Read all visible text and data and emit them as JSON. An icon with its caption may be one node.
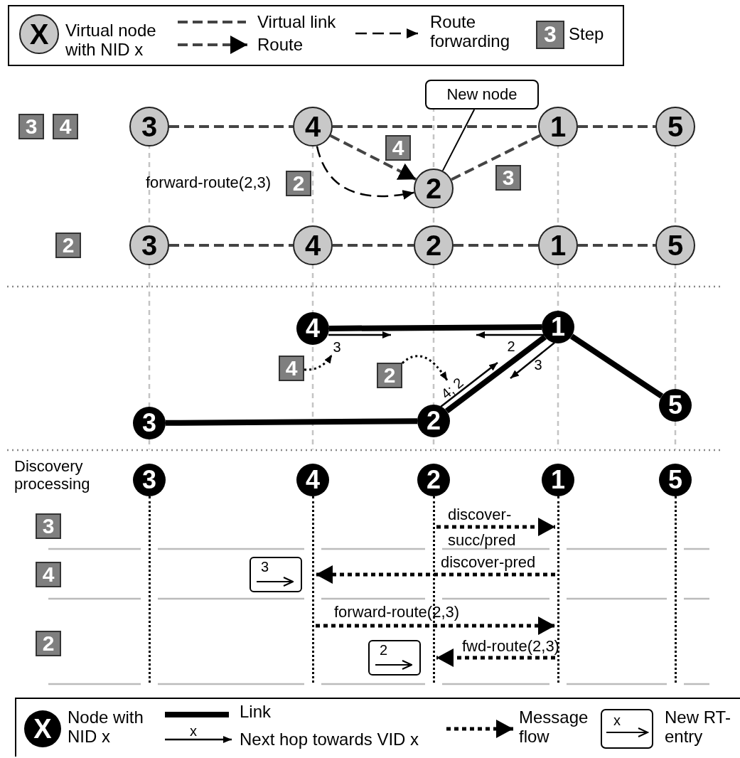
{
  "diagram": {
    "nodes": [
      {
        "text": [
          "3"
        ]
      },
      {
        "text": [
          "4"
        ]
      },
      {
        "text": [
          "3"
        ]
      },
      {
        "text": [
          "4"
        ]
      },
      {
        "text": [
          "New node"
        ]
      },
      {
        "text": [
          "1"
        ]
      },
      {
        "text": [
          "5"
        ]
      },
      {
        "text": [
          "4"
        ]
      },
      {
        "text": [
          "2"
        ]
      },
      {
        "text": [
          "2"
        ]
      },
      {
        "text": [
          "3"
        ]
      },
      {
        "text": [
          "2"
        ]
      },
      {
        "text": [
          "3"
        ]
      },
      {
        "text": [
          "4"
        ]
      },
      {
        "text": [
          "2"
        ]
      },
      {
        "text": [
          "1"
        ]
      },
      {
        "text": [
          "5"
        ]
      },
      {
        "text": [
          "4"
        ]
      },
      {
        "text": [
          "1"
        ]
      },
      {
        "text": [
          "3"
        ]
      },
      {
        "text": [
          "4"
        ]
      },
      {
        "text": [
          "2"
        ]
      },
      {
        "text": [
          "4; 2"
        ]
      },
      {
        "text": [
          "5"
        ]
      },
      {
        "text": [
          "3"
        ]
      },
      {
        "text": [
          "2"
        ]
      },
      {
        "text": [
          "3"
        ]
      },
      {
        "text": [
          "4"
        ]
      },
      {
        "text": [
          "2"
        ]
      },
      {
        "text": [
          "1"
        ]
      },
      {
        "text": [
          "5"
        ]
      },
      {
        "text": [],
        "shape": "bar"
      },
      {
        "text": [],
        "shape": "bar"
      },
      {
        "text": [],
        "shape": "bar"
      },
      {
        "text": [],
        "shape": "bar"
      },
      {
        "text": [],
        "shape": "bar"
      },
      {
        "text": [
          "3"
        ]
      },
      {
        "text": [
          "4"
        ]
      },
      {
        "text": [
          "3"
        ]
      },
      {
        "text": [
          "2"
        ]
      },
      {
        "text": [
          "2"
        ]
      }
    ],
    "edges": [
      {
        "from": 2,
        "to": 3,
        "arrow": "none",
        "style": "dashed",
        "color": "#444444"
      },
      {
        "from": 3,
        "to": 5,
        "arrow": "none",
        "style": "dashed",
        "color": "#444444"
      },
      {
        "from": 5,
        "to": 6,
        "arrow": "none",
        "style": "dashed",
        "color": "#444444"
      },
      {
        "from": 3,
        "to": 9,
        "arrow": "to",
        "style": "dashed",
        "color": "#444444"
      },
      {
        "from": 9,
        "to": 5,
        "arrow": "none",
        "style": "dashed",
        "color": "#444444"
      },
      {
        "from": 3,
        "to": 9,
        "arrow": "to",
        "style": "dashed"
      },
      {
        "from": 12,
        "to": 13,
        "arrow": "none",
        "style": "dashed",
        "color": "#444444"
      },
      {
        "from": 13,
        "to": 14,
        "arrow": "none",
        "style": "dashed",
        "color": "#444444"
      },
      {
        "from": 14,
        "to": 15,
        "arrow": "none",
        "style": "dashed",
        "color": "#444444"
      },
      {
        "from": 15,
        "to": 16,
        "arrow": "none",
        "style": "dashed",
        "color": "#444444"
      },
      {
        "from": 17,
        "to": 18,
        "arrow": "none",
        "style": "thick"
      },
      {
        "from": 18,
        "to": 23,
        "arrow": "none",
        "style": "thick"
      },
      {
        "from": 24,
        "to": 25,
        "arrow": "none",
        "style": "thick"
      },
      {
        "from": 25,
        "to": 18,
        "arrow": "none",
        "style": "thick"
      },
      {
        "from": 20,
        "to": 19,
        "arrow": "to",
        "style": "dashed"
      },
      {
        "from": 21,
        "to": 22,
        "arrow": "to",
        "style": "dashed"
      },
      {
        "from": 33,
        "to": 34,
        "arrow": "to",
        "style": "dashed",
        "label": "discover-succ/pred"
      },
      {
        "from": 34,
        "to": 32,
        "arrow": "to",
        "style": "dashed",
        "label": "discover-pred"
      },
      {
        "from": 32,
        "to": 34,
        "arrow": "to",
        "style": "dashed",
        "label": "forward-route(2,3)"
      },
      {
        "from": 34,
        "to": 33,
        "arrow": "to",
        "style": "dashed",
        "label": "fwd-route(2,3)"
      },
      {
        "from": 4,
        "to": 9,
        "arrow": "none"
      }
    ],
    "labels": [
      "X",
      "3",
      "forward-route(2,3)",
      "2",
      "3",
      "Discovery processing",
      "X",
      "x",
      "x"
    ],
    "legend": [
      {
        "text": "Virtual node with NID x"
      },
      {
        "text": "Virtual link"
      },
      {
        "text": "Route"
      },
      {
        "text": "Route forwarding"
      },
      {
        "text": "Step"
      },
      {
        "text": "Node with NID x"
      },
      {
        "text": "Link"
      },
      {
        "text": "Next hop towards VID x"
      },
      {
        "text": "Message flow"
      },
      {
        "text": "New RT-entry"
      }
    ]
  }
}
